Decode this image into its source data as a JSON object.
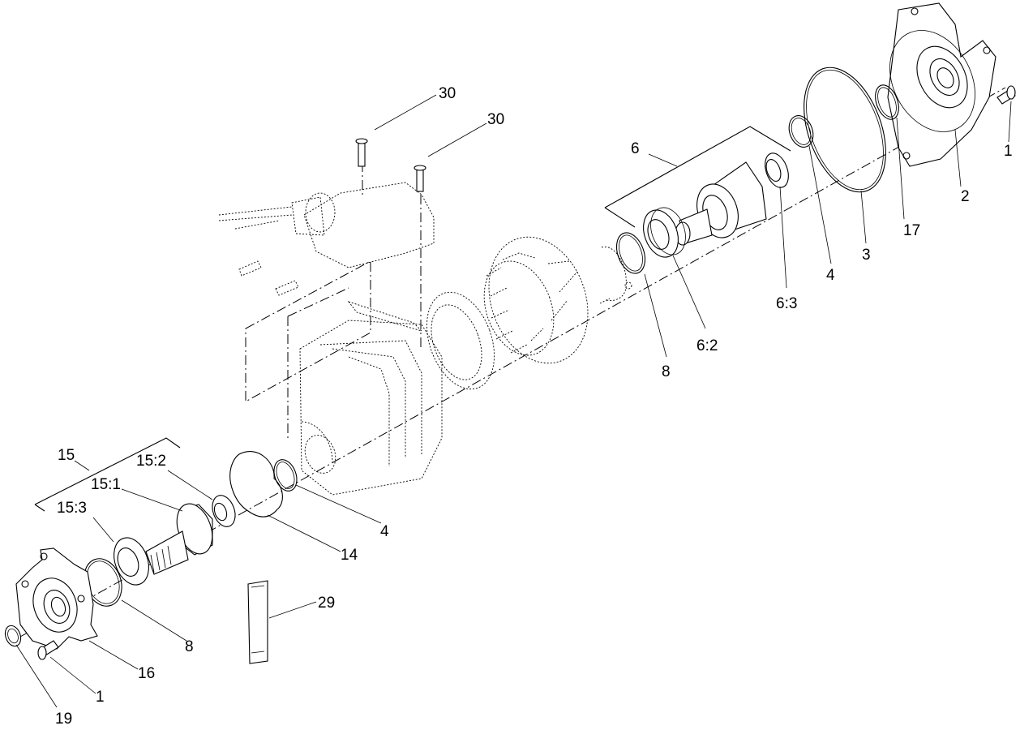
{
  "callouts": {
    "c30a": "30",
    "c30b": "30",
    "c6": "6",
    "c1_top": "1",
    "c2": "2",
    "c17": "17",
    "c3": "3",
    "c4_top": "4",
    "c6_3": "6:3",
    "c6_2": "6:2",
    "c8_top": "8",
    "c15": "15",
    "c15_2": "15:2",
    "c15_1": "15:1",
    "c15_3": "15:3",
    "c4_bot": "4",
    "c14": "14",
    "c29": "29",
    "c8_bot": "8",
    "c16": "16",
    "c1_bot": "1",
    "c19": "19"
  },
  "colors": {
    "line": "#000000",
    "background": "#ffffff"
  }
}
